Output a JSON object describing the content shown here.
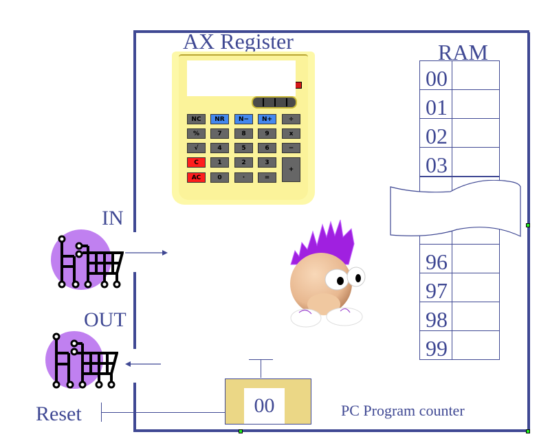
{
  "diagram": {
    "title": "CPU model diagram",
    "ax_register": {
      "label": "AX Register",
      "display_value": "",
      "keys": [
        [
          "NC",
          "NR",
          "N−",
          "N+",
          "÷"
        ],
        [
          "%",
          "7",
          "8",
          "9",
          "x"
        ],
        [
          "√",
          "4",
          "5",
          "6",
          "−"
        ],
        [
          "C",
          "1",
          "2",
          "3",
          "+"
        ],
        [
          "AC",
          "0",
          "·",
          "="
        ]
      ]
    },
    "ram": {
      "label": "RAM",
      "top_rows": [
        {
          "address": "00",
          "value": ""
        },
        {
          "address": "01",
          "value": ""
        },
        {
          "address": "02",
          "value": ""
        },
        {
          "address": "03",
          "value": ""
        }
      ],
      "bottom_rows": [
        {
          "address": "96",
          "value": ""
        },
        {
          "address": "97",
          "value": ""
        },
        {
          "address": "98",
          "value": ""
        },
        {
          "address": "99",
          "value": ""
        }
      ]
    },
    "io": {
      "in_label": "IN",
      "out_label": "OUT",
      "reset_label": "Reset"
    },
    "program_counter": {
      "value": "00",
      "label": "PC Program counter"
    },
    "colors": {
      "line": "#3f4893",
      "pc_fill": "#ebd786",
      "cart_circle": "#c080f0",
      "mascot_hair": "#a020e0",
      "handle": "#22ee22"
    }
  }
}
